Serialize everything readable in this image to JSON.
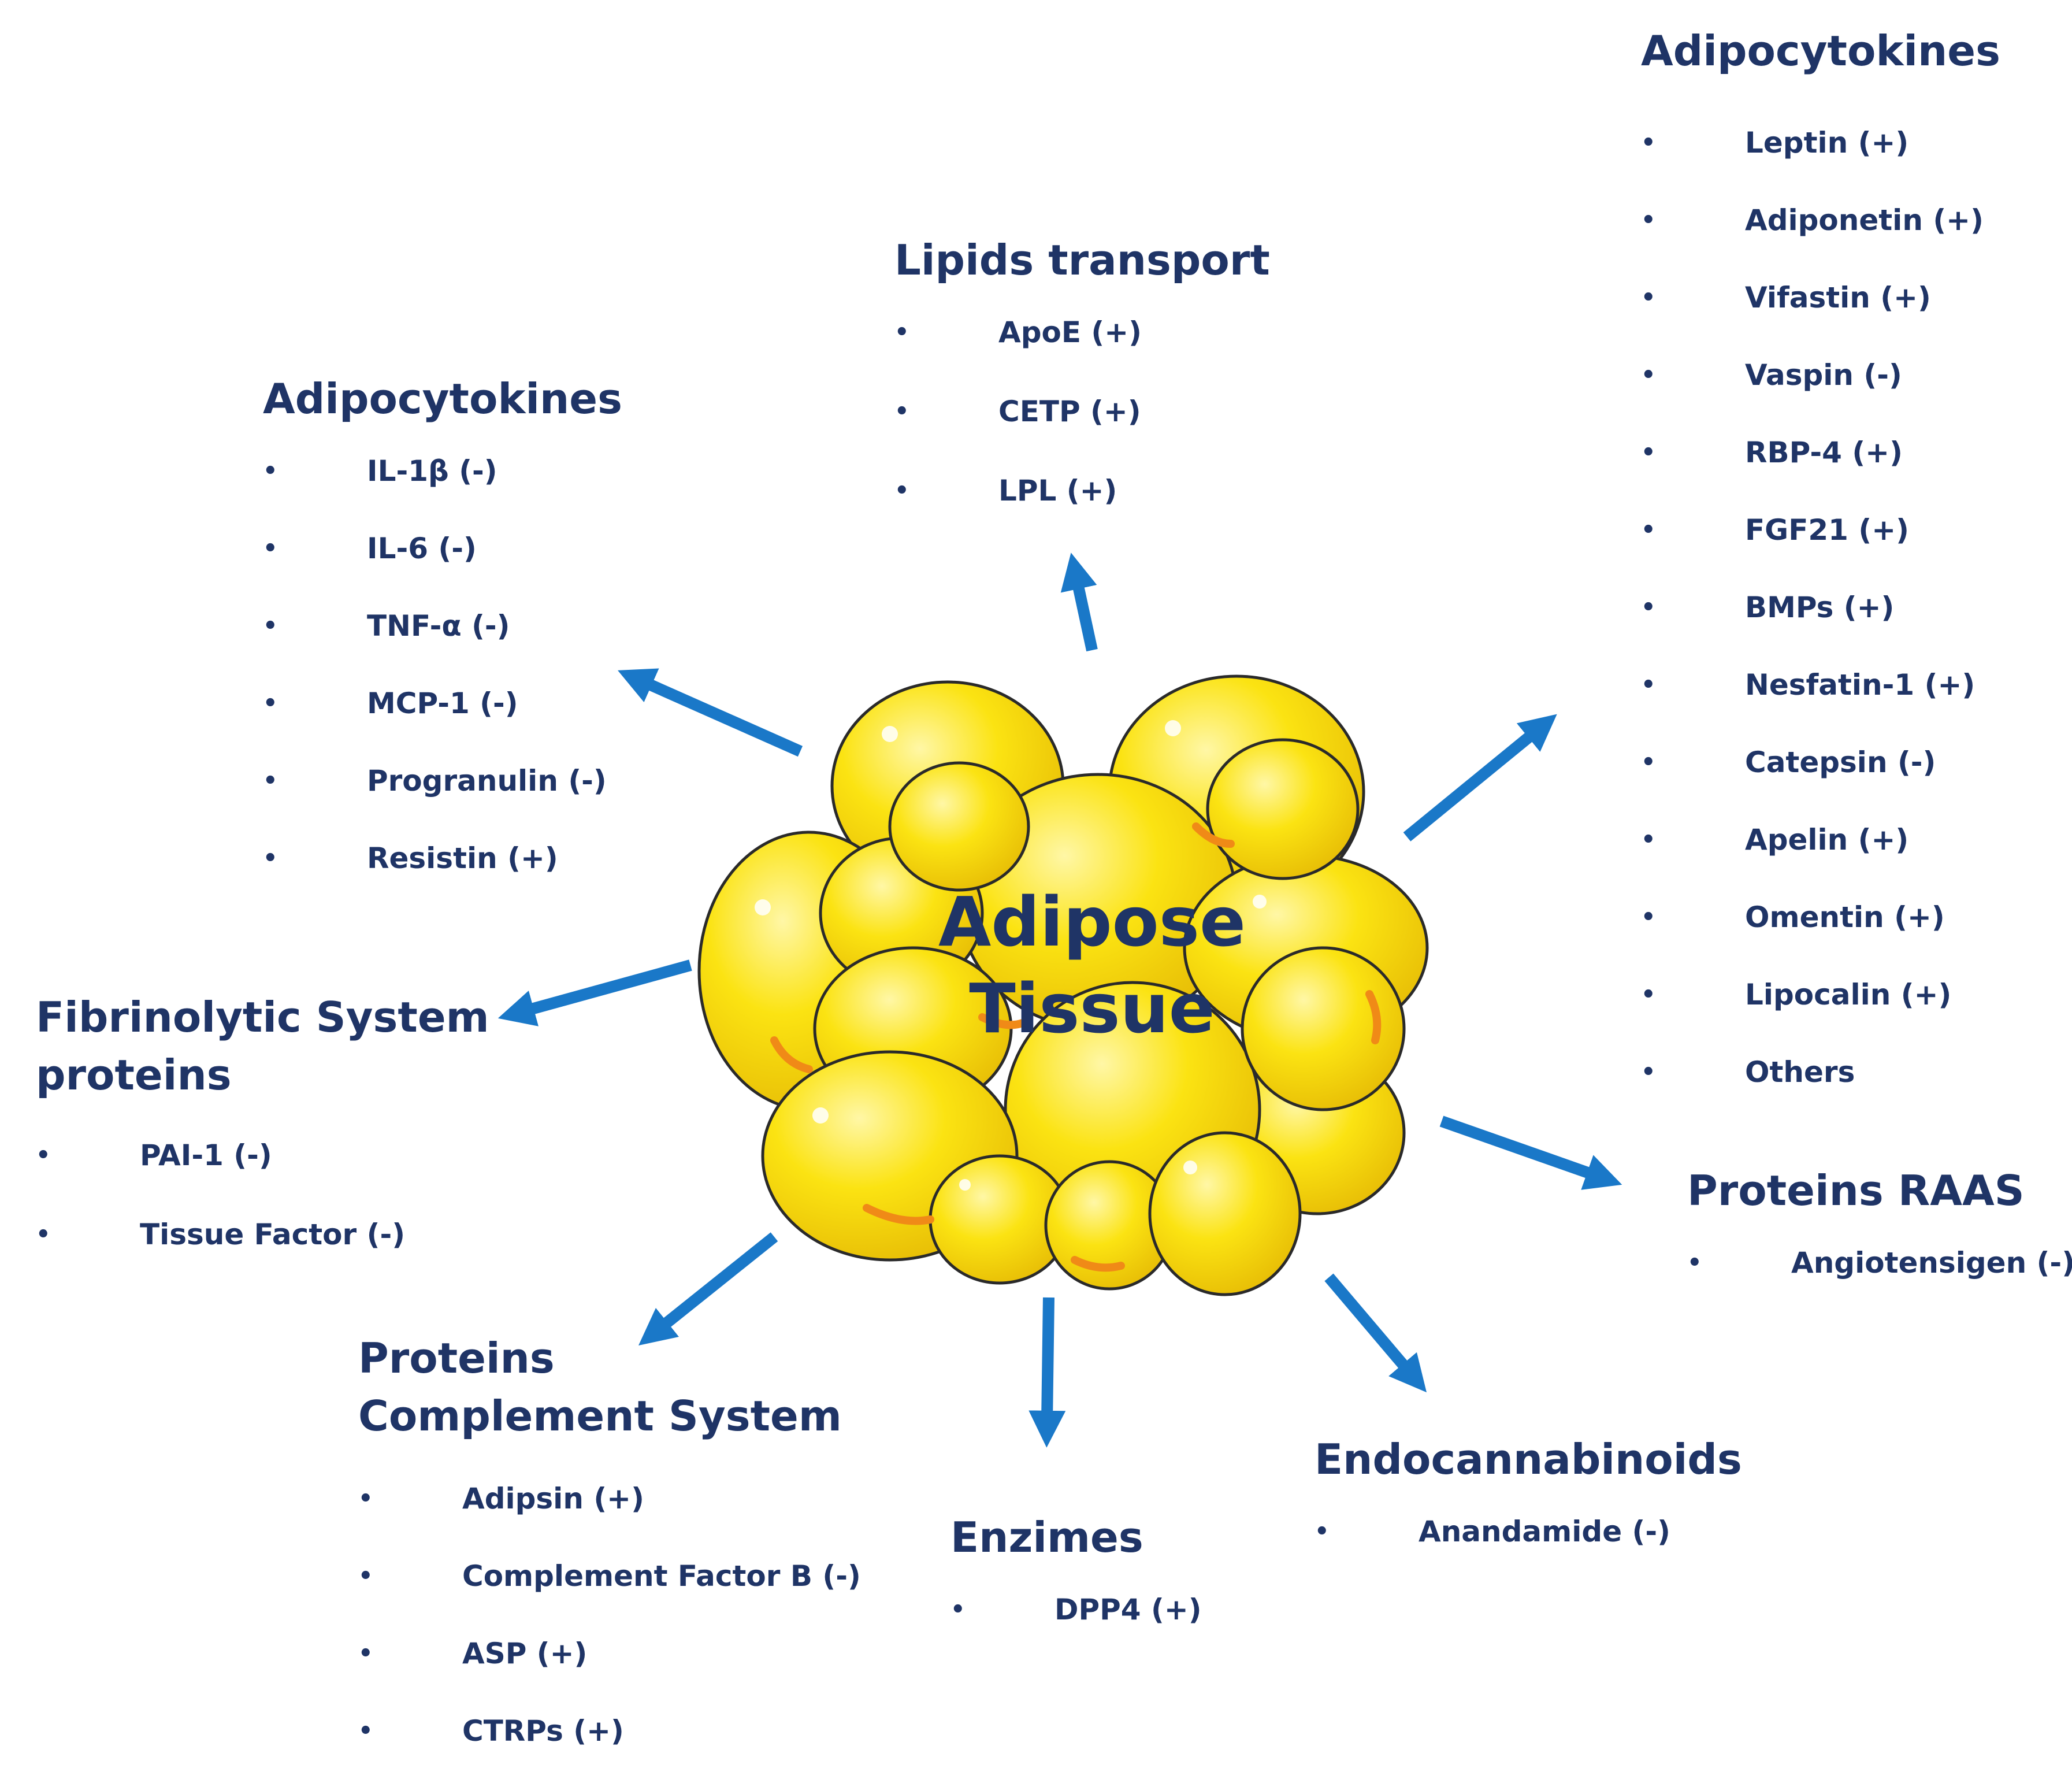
{
  "center": {
    "line1": "Adipose",
    "line2": "Tissue"
  },
  "bullet": "•",
  "colors": {
    "text": "#1f3466",
    "arrow": "#1a78c8",
    "cell_fill": "#fbe312",
    "cell_highlight": "#fff7a6",
    "cell_shadow": "#d9a600",
    "cell_outline": "#2a2a2a",
    "cell_accent": "#f08a17"
  },
  "groups": {
    "adipocytokines_right": {
      "title": "Adipocytokines",
      "items": [
        "Leptin (+)",
        "Adiponetin (+)",
        "Vifastin (+)",
        "Vaspin (-)",
        "RBP-4 (+)",
        "FGF21 (+)",
        "BMPs (+)",
        "Nesfatin-1 (+)",
        "Catepsin (-)",
        "Apelin (+)",
        "Omentin (+)",
        "Lipocalin (+)",
        "Others"
      ]
    },
    "lipids_transport": {
      "title": "Lipids transport",
      "items": [
        "ApoE (+)",
        "CETP (+)",
        "LPL (+)"
      ]
    },
    "adipocytokines_left": {
      "title": "Adipocytokines",
      "items": [
        "IL-1β (-)",
        "IL-6 (-)",
        "TNF-α (-)",
        "MCP-1 (-)",
        "Progranulin (-)",
        "Resistin (+)"
      ]
    },
    "fibrinolytic": {
      "title_line1": "Fibrinolytic System",
      "title_line2": "proteins",
      "items": [
        "PAI-1 (-)",
        "Tissue Factor (-)"
      ]
    },
    "complement": {
      "title_line1": "Proteins",
      "title_line2": "Complement System",
      "items": [
        "Adipsin (+)",
        "Complement Factor B (-)",
        "ASP (+)",
        "CTRPs (+)"
      ]
    },
    "enzimes": {
      "title": "Enzimes",
      "items": [
        "DPP4 (+)"
      ]
    },
    "endocannabinoids": {
      "title": "Endocannabinoids",
      "items": [
        "Anandamide (-)"
      ]
    },
    "raas": {
      "title": "Proteins RAAS",
      "items": [
        "Angiotensigen (-)"
      ]
    }
  }
}
